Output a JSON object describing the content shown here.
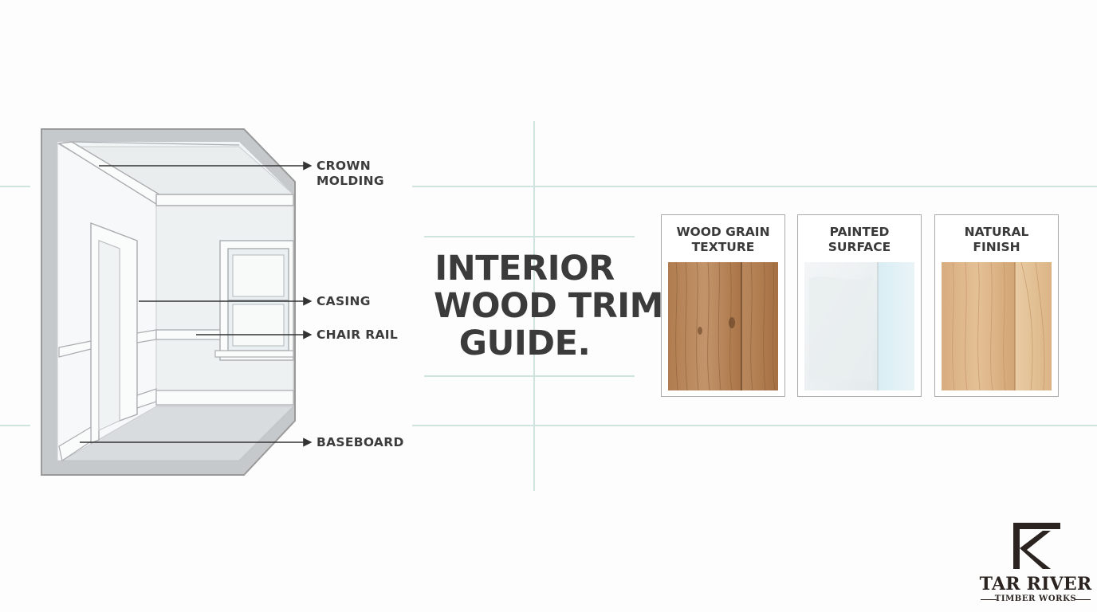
{
  "title": {
    "lines": [
      "INTERIOR",
      "WOOD TRIM",
      "GUIDE."
    ]
  },
  "callouts": [
    {
      "id": "crown",
      "label": "CROWN\nMOLDING"
    },
    {
      "id": "casing",
      "label": "CASING"
    },
    {
      "id": "chair_rail",
      "label": "CHAIR RAIL"
    },
    {
      "id": "baseboard",
      "label": "BASEBOARD"
    }
  ],
  "swatches": [
    {
      "title": "WOOD GRAIN\nTEXTURE",
      "image": "wood-grain-texture"
    },
    {
      "title": "PAINTED\nSURFACE",
      "image": "painted-surface"
    },
    {
      "title": "NATURAL\nFINISH",
      "image": "natural-finish"
    }
  ],
  "logo": {
    "name": "TAR RIVER",
    "tagline": "TIMBER WORKS",
    "icon": "tr-monogram-icon"
  },
  "colors": {
    "guide_line": "#cfe3df",
    "room_outline": "#9a9a9a",
    "room_fill": "#f1f4f5",
    "text": "#3a3a3a",
    "logo": "#2b2320",
    "wood_grain": "#b8875a",
    "painted": "#eef3f5",
    "natural": "#ddb88e"
  }
}
